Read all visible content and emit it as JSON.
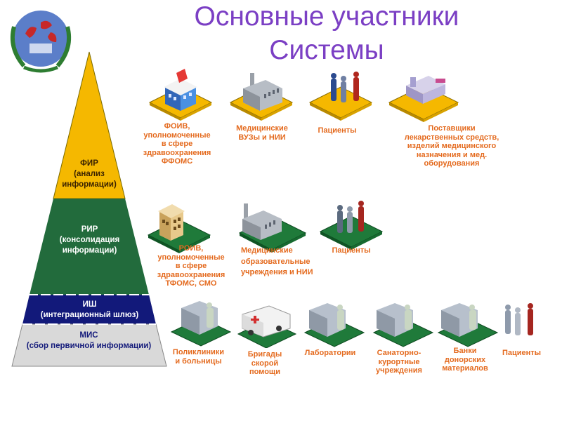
{
  "title": {
    "line1": "Основные участники",
    "line2": "Системы"
  },
  "colors": {
    "title": "#7b3fc4",
    "label_orange": "#e46a1e",
    "fir": "#f5b800",
    "rir": "#226b3c",
    "ish": "#12197a",
    "mis": "#d9d9d9",
    "tile_yellow": "#f5b800",
    "tile_green": "#1f7a3a"
  },
  "pyramid": {
    "fir": {
      "l1": "ФИР",
      "l2": "(анализ",
      "l3": "информации)"
    },
    "rir": {
      "l1": "РИР",
      "l2": "(консолидация",
      "l3": "информации)"
    },
    "ish": {
      "l1": "ИШ",
      "l2": "(интеграционный шлюз)"
    },
    "mis": {
      "l1": "МИС",
      "l2": "(сбор первичной информации)"
    }
  },
  "federal": {
    "foiv": [
      "ФОИВ,",
      "уполномоченные",
      "в сфере",
      "здравоохранения",
      "ФФОМС"
    ],
    "vuz": [
      "Медицинские",
      "ВУЗы и НИИ"
    ],
    "patients": [
      "Пациенты"
    ],
    "suppliers": [
      "Поставщики",
      "лекарственных средств,",
      "изделий медицинского",
      "назначения и мед.",
      "оборудования"
    ]
  },
  "regional": {
    "roiv": [
      "РОИВ,",
      "уполномоченные",
      "в сфере",
      "здравоохранения",
      "ТФОМС, СМО"
    ],
    "med": [
      "Медицинские",
      "образовательные",
      "учреждения и НИИ"
    ],
    "patients": [
      "Пациенты"
    ]
  },
  "local": {
    "clinics": [
      "Поликлиники",
      "и больницы"
    ],
    "ambulance": [
      "Бригады",
      "скорой",
      "помощи"
    ],
    "labs": [
      "Лаборатории"
    ],
    "sanat": [
      "Санаторно-",
      "курортные",
      "учреждения"
    ],
    "banks": [
      "Банки",
      "донорских",
      "материалов"
    ],
    "patients": [
      "Пациенты"
    ]
  }
}
